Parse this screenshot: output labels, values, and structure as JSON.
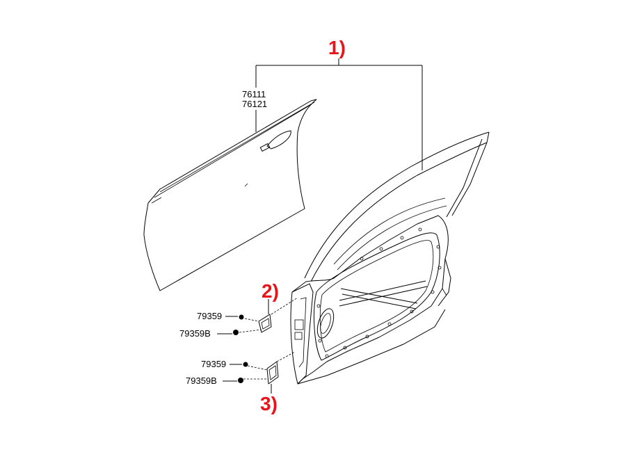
{
  "colors": {
    "callout": "#e8141b",
    "line": "#000000",
    "background": "#ffffff"
  },
  "labels": {
    "callout_1": "1)",
    "callout_2": "2)",
    "callout_3": "3)",
    "outer_panel_part_a": "76111",
    "outer_panel_part_b": "76121",
    "upper_hinge_bolt": "79359",
    "upper_hinge_bolt_b": "79359B",
    "lower_hinge_bolt": "79359",
    "lower_hinge_bolt_b": "79359B"
  }
}
